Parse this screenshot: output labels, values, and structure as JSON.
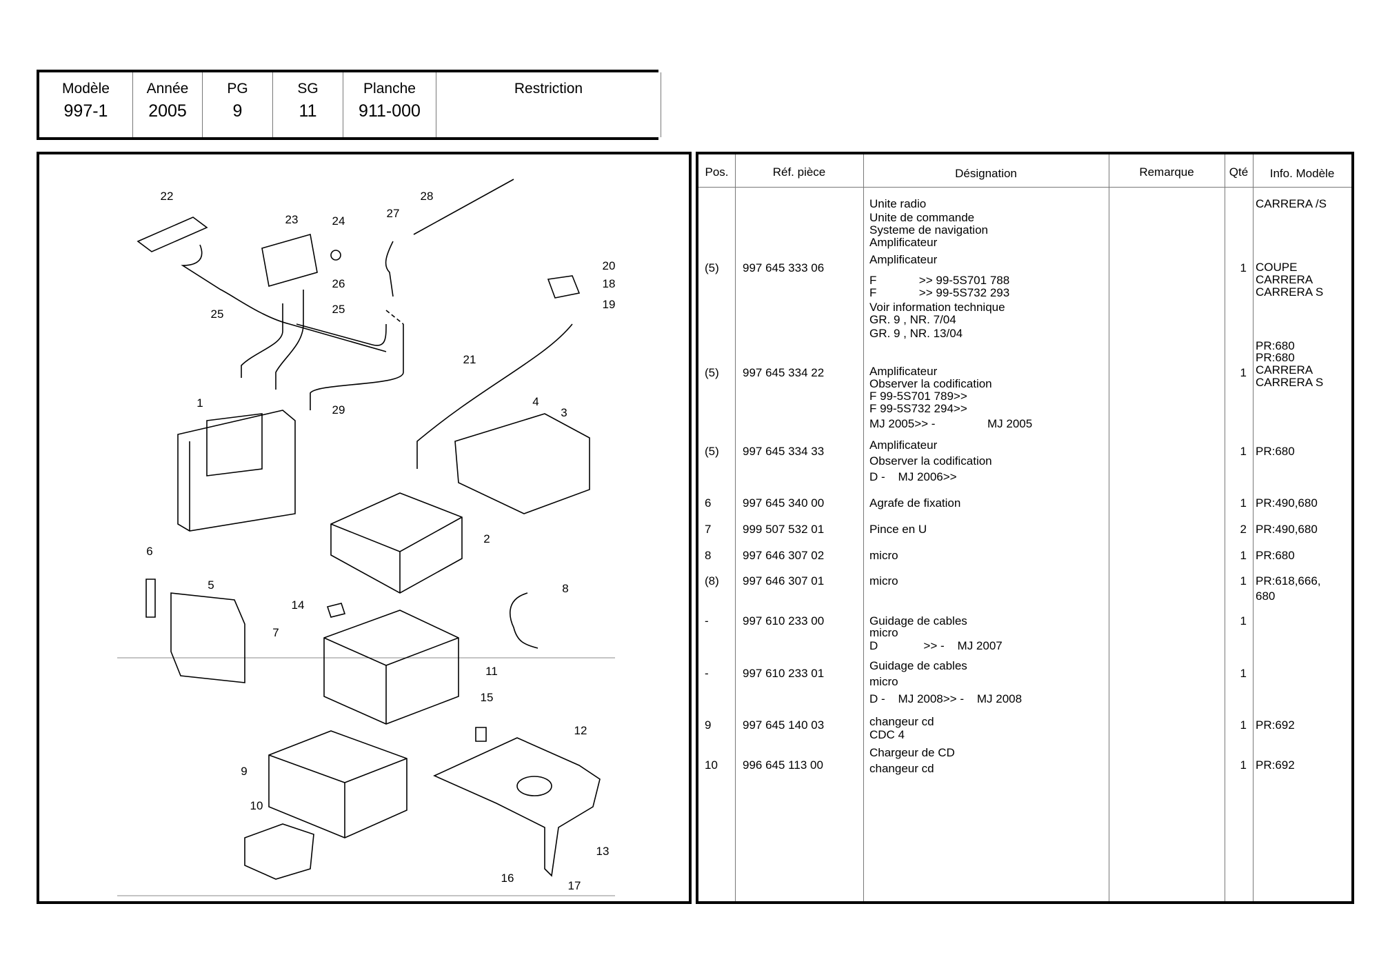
{
  "header": {
    "columns": [
      {
        "label": "Modèle",
        "value": "997-1"
      },
      {
        "label": "Année",
        "value": "2005"
      },
      {
        "label": "PG",
        "value": "9"
      },
      {
        "label": "SG",
        "value": "11"
      },
      {
        "label": "Planche",
        "value": "911-000"
      },
      {
        "label": "Restriction",
        "value": ""
      }
    ]
  },
  "diagram": {
    "callouts": [
      "22",
      "23",
      "24",
      "27",
      "28",
      "20",
      "18",
      "19",
      "26",
      "25",
      "25",
      "21",
      "29",
      "1",
      "4",
      "3",
      "2",
      "6",
      "5",
      "8",
      "14",
      "7",
      "11",
      "15",
      "12",
      "9",
      "10",
      "13",
      "16",
      "17"
    ]
  },
  "table": {
    "headers": {
      "pos": "Pos.",
      "ref": "Réf. pièce",
      "designation": "Désignation",
      "remarque": "Remarque",
      "qty": "Qté",
      "info": "Info. Modèle"
    },
    "rows": [
      {
        "pos": "(5)",
        "ref": "997 645 333 06",
        "qty": "1",
        "designation": [
          "Unite radio",
          "Unite de commande",
          "Systeme de navigation",
          "Amplificateur",
          "Amplificateur",
          "F             >> 99-5S701 788",
          "F             >> 99-5S732 293",
          "Voir information technique",
          "GR. 9 , NR. 7/04",
          "GR. 9 , NR. 13/04"
        ],
        "info": [
          "CARRERA /S",
          "COUPE",
          "CARRERA",
          "CARRERA S"
        ]
      },
      {
        "pos": "(5)",
        "ref": "997 645 334 22",
        "qty": "1",
        "designation": [
          "Amplificateur",
          "Observer la codification",
          "F 99-5S701 789>>",
          "F 99-5S732 294>>",
          "MJ 2005>> -                MJ 2005"
        ],
        "info": [
          "PR:680",
          "PR:680",
          "CARRERA",
          "CARRERA S"
        ]
      },
      {
        "pos": "(5)",
        "ref": "997 645 334 33",
        "qty": "1",
        "designation": [
          "Amplificateur",
          "Observer la codification",
          "D -    MJ 2006>>"
        ],
        "info": [
          "PR:680"
        ]
      },
      {
        "pos": "6",
        "ref": "997 645 340 00",
        "qty": "1",
        "designation": [
          "Agrafe de fixation"
        ],
        "info": [
          "PR:490,680"
        ]
      },
      {
        "pos": "7",
        "ref": "999 507 532 01",
        "qty": "2",
        "designation": [
          "Pince en U"
        ],
        "info": [
          "PR:490,680"
        ]
      },
      {
        "pos": "8",
        "ref": "997 646 307 02",
        "qty": "1",
        "designation": [
          "micro"
        ],
        "info": [
          "PR:680"
        ]
      },
      {
        "pos": "(8)",
        "ref": "997 646 307 01",
        "qty": "1",
        "designation": [
          "micro"
        ],
        "info": [
          "PR:618,666,",
          "680"
        ]
      },
      {
        "pos": "-",
        "ref": "997 610 233 00",
        "qty": "1",
        "designation": [
          "Guidage de cables",
          "micro",
          "D              >> -    MJ 2007"
        ],
        "info": []
      },
      {
        "pos": "-",
        "ref": "997 610 233 01",
        "qty": "1",
        "designation": [
          "Guidage de cables",
          "micro",
          "D -    MJ 2008>> -    MJ 2008"
        ],
        "info": []
      },
      {
        "pos": "9",
        "ref": "997 645 140 03",
        "qty": "1",
        "designation": [
          "changeur cd",
          "CDC 4"
        ],
        "info": [
          "PR:692"
        ]
      },
      {
        "pos": "10",
        "ref": "996 645 113 00",
        "qty": "1",
        "designation": [
          "Chargeur de CD",
          "changeur cd"
        ],
        "info": [
          "PR:692"
        ]
      }
    ]
  }
}
